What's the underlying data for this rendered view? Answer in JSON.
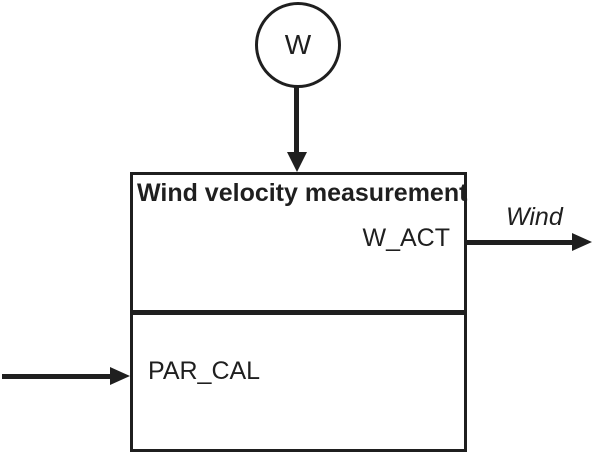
{
  "diagram": {
    "source": {
      "label": "W"
    },
    "block": {
      "title": "Wind velocity measurement",
      "outputs": [
        {
          "name": "W_ACT"
        }
      ],
      "inputs": [
        {
          "name": "PAR_CAL"
        }
      ]
    },
    "signals": {
      "output_label": "Wind"
    },
    "colors": {
      "stroke": "#1f1f1f",
      "background": "#ffffff"
    }
  }
}
